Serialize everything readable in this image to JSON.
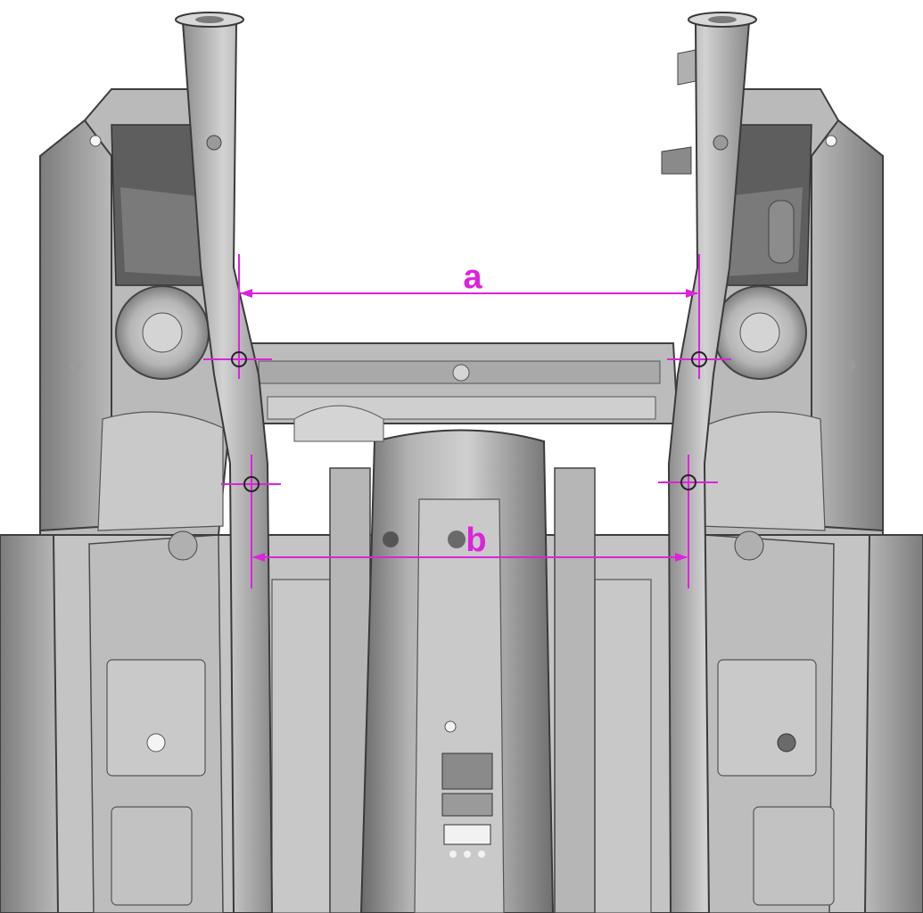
{
  "diagram": {
    "dimensions": [
      {
        "id": "a",
        "label": "a"
      },
      {
        "id": "b",
        "label": "b"
      }
    ],
    "colors": {
      "dimension": "#dd22dd",
      "body_light": "#c7c7c7",
      "body_mid": "#a8a8a8",
      "body_dark": "#6e6e6e",
      "outline": "#3e3e3e",
      "background": "#ffffff"
    }
  }
}
